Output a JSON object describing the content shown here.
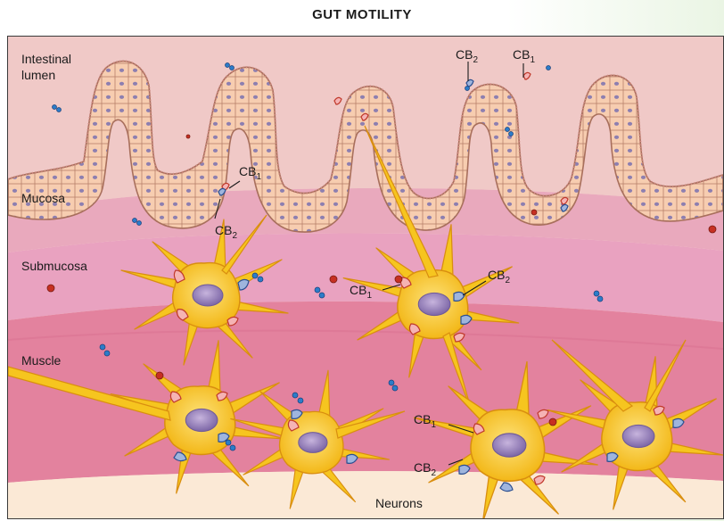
{
  "figure": {
    "title": "GUT MOTILITY"
  },
  "layers": {
    "intestinal_lumen_line1": "Intestinal",
    "intestinal_lumen_line2": "lumen",
    "mucosa": "Mucosa",
    "submucosa": "Submucosa",
    "muscle": "Muscle",
    "neurons": "Neurons"
  },
  "receptors": {
    "cb1_base": "CB",
    "cb1_sub": "1",
    "cb2_base": "CB",
    "cb2_sub": "2"
  },
  "colors": {
    "lumen": "#f0c9c7",
    "mucosa": "#e9a9bd",
    "submucosa": "#e9a2c0",
    "muscle": "#e3829e",
    "base": "#fbe9d6",
    "epithelium": "#f7cdb0",
    "nucleus": "#8d7fb0",
    "neuron": "#f6c51f",
    "neuron_nucleus": "#9b86b8",
    "cb1_receptor": "#f5b3b4",
    "cb2_receptor": "#9fb5dd",
    "red_ligand": "#c63022",
    "blue_ligand": "#2c7cc9"
  }
}
